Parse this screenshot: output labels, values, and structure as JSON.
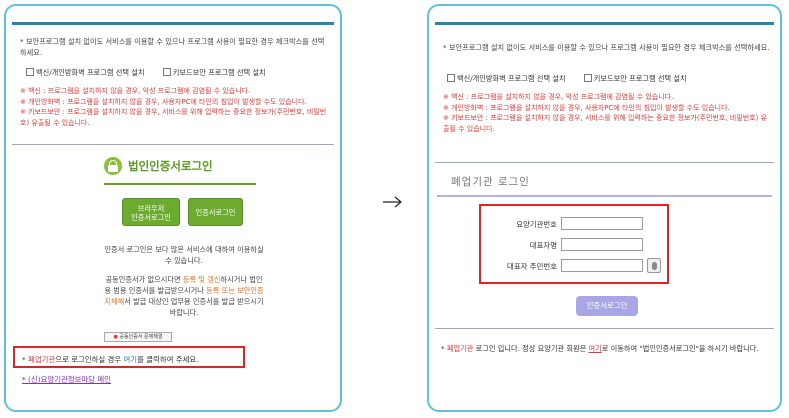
{
  "left": {
    "notice": "* 보안프로그램 설치 없이도 서비스를 이용할 수 있으나 프로그램 사용이 필요한 경우 체크박스를 선택하세요.",
    "checks": [
      "백신/개인방화벽 프로그램 선택 설치",
      "키보드보안 프로그램 선택 설치"
    ],
    "warnings": [
      "※ 백신 : 프로그램을 설치하지 않을 경우, 악성 프로그램에 감염될 수 있습니다.",
      "※ 개인방화벽 : 프로그램을 설치하지 않을 경우, 사용자PC에 타인의 침입이 발생할 수도 있습니다.",
      "※ 키보드보안 : 프로그램을 설치하지 않을 경우, 서비스를 위해 입력하는 중요한 정보가(주민번호, 비밀번호) 유출될 수 있습니다."
    ],
    "cert_title": "법인인증서로그인",
    "btn_browser_line1": "브라우저",
    "btn_browser_line2": "인증서로그인",
    "btn_cert": "인증서로그인",
    "info1": "인증서 로그인은 보다 많은 서비스에 대하여 이용하실 수 있습니다.",
    "info2_a": "공동인증서가 없으시다면 ",
    "info2_b": "등록 및 갱신",
    "info2_c": "하시거나 법인용 범용 인증서를 발급받으시거나 ",
    "info2_d": "등록 또는 보안인증 지체해",
    "info2_e": "서 발급 대상인 업무용 인증서를 발급 받으시기 바랍니다.",
    "mini_btn": "공동인증서 문제해결",
    "note_a": "* ",
    "note_b": "폐업기관",
    "note_c": "으로 로그인하실 경우 ",
    "note_d": "여기",
    "note_e": "를 클릭하여 주세요.",
    "link": "(신)요양기관정보마당 메인"
  },
  "right": {
    "notice": "* 보안프로그램 설치 없이도 서비스를 이용할 수 있으나 프로그램 사용이 필요한 경우 체크박스를 선택하세요.",
    "checks": [
      "백신/개인방화벽 프로그램 선택 설치",
      "키보드보안 프로그램 선택 설치"
    ],
    "warnings": [
      "※ 백신 : 프로그램을 설치하지 않을 경우, 악성 프로그램에 감염될 수 있습니다.",
      "※ 개인방화벽 : 프로그램을 설치하지 않을 경우, 사용자PC에 타인의 침입이 발생할 수도 있습니다.",
      "※ 키보드보안 : 프로그램을 설치하지 않을 경우, 서비스를 위해 입력하는 중요한 정보가(주민번호, 비밀번호) 유출될 수 있습니다."
    ],
    "login_title": "폐업기관 로그인",
    "fields": [
      "요양기관번호",
      "대표자명",
      "대표자 주민번호"
    ],
    "login_button": "인증서로그인",
    "note_a": "* ",
    "note_b": "폐업기관",
    "note_c": " 로그인 입니다. 정상 요양기관 회원은 ",
    "note_d": "여기",
    "note_e": "로 이동하여 \"법인인증서로그인\"을 하시기 바랍니다."
  },
  "colors": {
    "panel_border": "#5cc3d8",
    "warning": "#e03a3a",
    "green": "#6cab2f",
    "purple": "#a9a6e6",
    "highlight": "#e52222"
  }
}
